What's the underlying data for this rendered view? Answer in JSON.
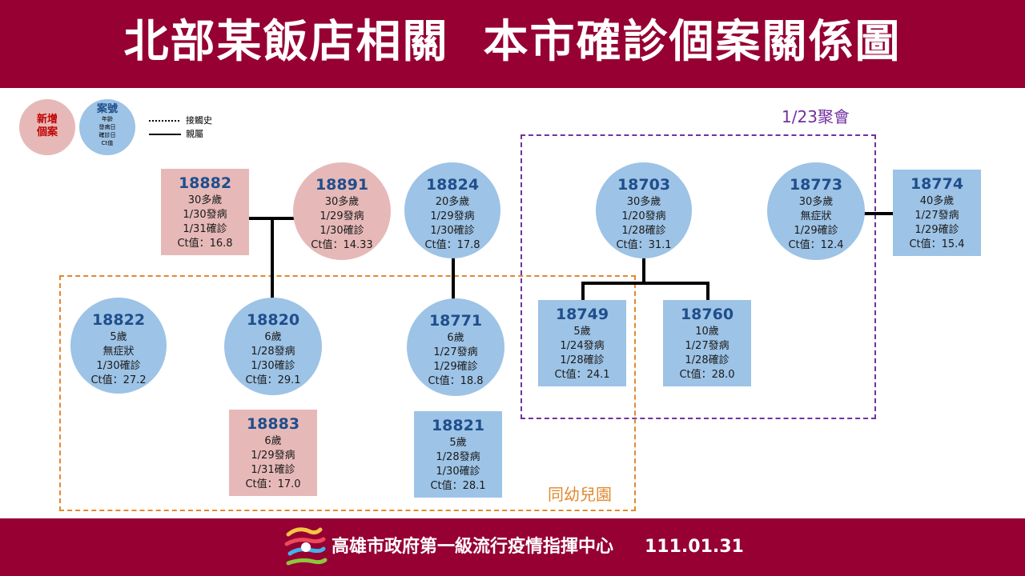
{
  "header": {
    "title": "北部某飯店相關  本市確診個案關係圖"
  },
  "legend": {
    "new_case": "新增\n個案",
    "case_title": "案號",
    "case_fields": [
      "年齡",
      "發病日",
      "確診日",
      "Ct值"
    ],
    "contact_label": "接觸史",
    "family_label": "親屬"
  },
  "groups": {
    "gathering": "1/23聚會",
    "kindergarten": "同幼兒園"
  },
  "cases": {
    "c18882": {
      "id": "18882",
      "age": "30多歲",
      "onset": "1/30發病",
      "confirm": "1/31確診",
      "ct": "Ct值：16.8"
    },
    "c18891": {
      "id": "18891",
      "age": "30多歲",
      "onset": "1/29發病",
      "confirm": "1/30確診",
      "ct": "Ct值：14.33"
    },
    "c18824": {
      "id": "18824",
      "age": "20多歲",
      "onset": "1/29發病",
      "confirm": "1/30確診",
      "ct": "Ct值：17.8"
    },
    "c18703": {
      "id": "18703",
      "age": "30多歲",
      "onset": "1/20發病",
      "confirm": "1/28確診",
      "ct": "Ct值：31.1"
    },
    "c18773": {
      "id": "18773",
      "age": "30多歲",
      "onset": "無症狀",
      "confirm": "1/29確診",
      "ct": "Ct值：12.4"
    },
    "c18774": {
      "id": "18774",
      "age": "40多歲",
      "onset": "1/27發病",
      "confirm": "1/29確診",
      "ct": "Ct值：15.4"
    },
    "c18822": {
      "id": "18822",
      "age": "5歲",
      "onset": "無症狀",
      "confirm": "1/30確診",
      "ct": "Ct值：27.2"
    },
    "c18820": {
      "id": "18820",
      "age": "6歲",
      "onset": "1/28發病",
      "confirm": "1/30確診",
      "ct": "Ct值：29.1"
    },
    "c18771": {
      "id": "18771",
      "age": "6歲",
      "onset": "1/27發病",
      "confirm": "1/29確診",
      "ct": "Ct值：18.8"
    },
    "c18749": {
      "id": "18749",
      "age": "5歲",
      "onset": "1/24發病",
      "confirm": "1/28確診",
      "ct": "Ct值：24.1"
    },
    "c18760": {
      "id": "18760",
      "age": "10歲",
      "onset": "1/27發病",
      "confirm": "1/28確診",
      "ct": "Ct值：28.0"
    },
    "c18883": {
      "id": "18883",
      "age": "6歲",
      "onset": "1/29發病",
      "confirm": "1/31確診",
      "ct": "Ct值：17.0"
    },
    "c18821": {
      "id": "18821",
      "age": "5歲",
      "onset": "1/28發病",
      "confirm": "1/30確診",
      "ct": "Ct值：28.1"
    }
  },
  "footer": {
    "org": "高雄市政府第一級流行疫情指揮中心",
    "date": "111.01.31"
  },
  "colors": {
    "brand": "#960032",
    "case_blue": "#9dc3e6",
    "new_case_pink": "#e6b9b8",
    "gathering_frame": "#7030a0",
    "kindergarten_frame": "#e08a2e",
    "case_id": "#1f4e8c"
  }
}
